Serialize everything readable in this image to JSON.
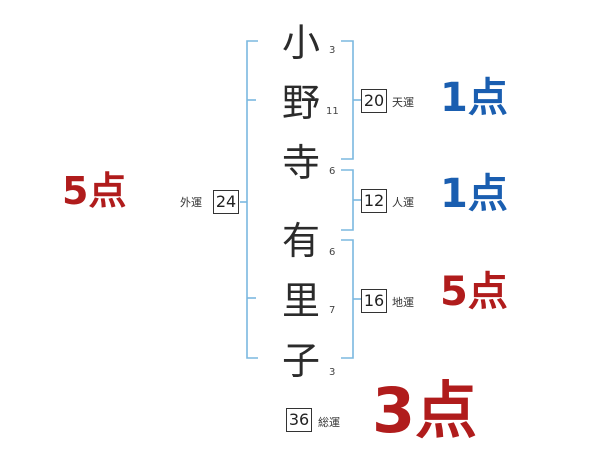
{
  "surname": {
    "chars": [
      "小",
      "野",
      "寺"
    ],
    "strokes": [
      "3",
      "11",
      "6"
    ]
  },
  "given": {
    "chars": [
      "有",
      "里",
      "子"
    ],
    "strokes": [
      "6",
      "7",
      "3"
    ]
  },
  "fortunes": {
    "tenkaku": {
      "label": "天運",
      "value": "20",
      "score": "1点"
    },
    "jinkaku": {
      "label": "人運",
      "value": "12",
      "score": "1点"
    },
    "chikaku": {
      "label": "地運",
      "value": "16",
      "score": "5点"
    },
    "gaikaku": {
      "label": "外運",
      "value": "24",
      "score": "5点"
    },
    "soukaku": {
      "label": "総運",
      "value": "36",
      "score": "3点"
    }
  },
  "colors": {
    "bracket": "#7bb8df",
    "good": "#1a5eb0",
    "bad": "#b01c1c"
  }
}
